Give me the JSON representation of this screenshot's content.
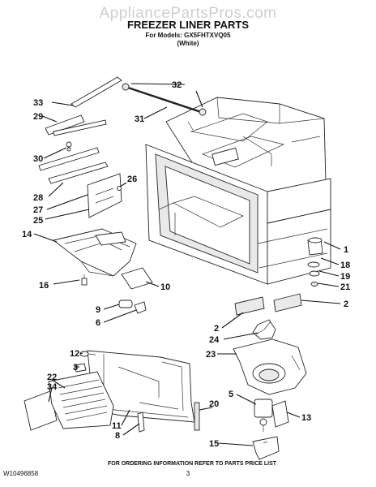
{
  "watermark": "AppliancePartsPros.com",
  "header": {
    "title": "FREEZER LINER PARTS",
    "models": "For Models: GX5FHTXVQ05",
    "color": "(White)"
  },
  "footer": {
    "doc_number": "W10496858",
    "ordering_info": "FOR ORDERING INFORMATION REFER TO PARTS PRICE LIST",
    "page": "3"
  },
  "callouts": [
    {
      "id": "c32",
      "text": "32"
    },
    {
      "id": "c33",
      "text": "33"
    },
    {
      "id": "c31",
      "text": "31"
    },
    {
      "id": "c29",
      "text": "29"
    },
    {
      "id": "c30",
      "text": "30"
    },
    {
      "id": "c26",
      "text": "26"
    },
    {
      "id": "c28",
      "text": "28"
    },
    {
      "id": "c27",
      "text": "27"
    },
    {
      "id": "c25",
      "text": "25"
    },
    {
      "id": "c14",
      "text": "14"
    },
    {
      "id": "c1",
      "text": "1"
    },
    {
      "id": "c18",
      "text": "18"
    },
    {
      "id": "c19",
      "text": "19"
    },
    {
      "id": "c21",
      "text": "21"
    },
    {
      "id": "c16",
      "text": "16"
    },
    {
      "id": "c10",
      "text": "10"
    },
    {
      "id": "c2a",
      "text": "2"
    },
    {
      "id": "c9",
      "text": "9"
    },
    {
      "id": "c6",
      "text": "6"
    },
    {
      "id": "c2b",
      "text": "2"
    },
    {
      "id": "c24",
      "text": "24"
    },
    {
      "id": "c23",
      "text": "23"
    },
    {
      "id": "c12",
      "text": "12"
    },
    {
      "id": "c3",
      "text": "3"
    },
    {
      "id": "c22",
      "text": "22"
    },
    {
      "id": "c34",
      "text": "34"
    },
    {
      "id": "c5",
      "text": "5"
    },
    {
      "id": "c20",
      "text": "20"
    },
    {
      "id": "c13",
      "text": "13"
    },
    {
      "id": "c11",
      "text": "11"
    },
    {
      "id": "c8",
      "text": "8"
    },
    {
      "id": "c15",
      "text": "15"
    }
  ]
}
